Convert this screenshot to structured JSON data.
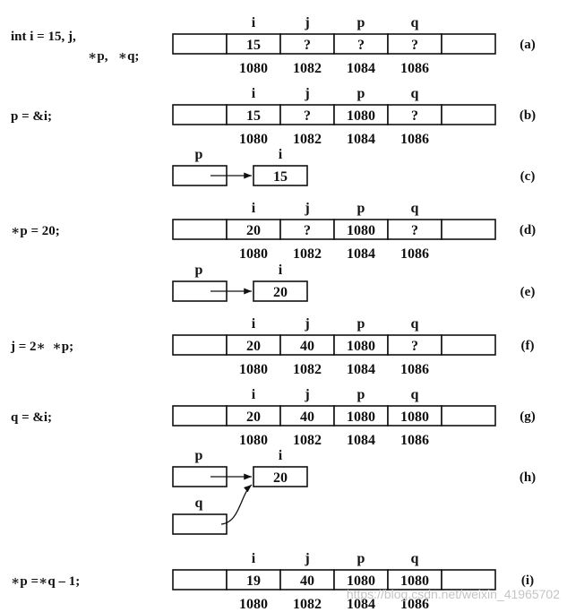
{
  "memory_rows": [
    {
      "tag": "(a)",
      "code": [
        "int i = 15, j,",
        "∗p,   ∗q;"
      ],
      "labels": [
        "i",
        "j",
        "p",
        "q"
      ],
      "values": [
        "15",
        "?",
        "?",
        "?"
      ],
      "addresses": [
        "1080",
        "1082",
        "1084",
        "1086"
      ]
    },
    {
      "tag": "(b)",
      "code": [
        "p = &i;"
      ],
      "labels": [
        "i",
        "j",
        "p",
        "q"
      ],
      "values": [
        "15",
        "?",
        "1080",
        "?"
      ],
      "addresses": [
        "1080",
        "1082",
        "1084",
        "1086"
      ]
    },
    {
      "tag": "(d)",
      "code": [
        "∗p = 20;"
      ],
      "labels": [
        "i",
        "j",
        "p",
        "q"
      ],
      "values": [
        "20",
        "?",
        "1080",
        "?"
      ],
      "addresses": [
        "1080",
        "1082",
        "1084",
        "1086"
      ]
    },
    {
      "tag": "(f)",
      "code": [
        "j = 2∗  ∗p;"
      ],
      "labels": [
        "i",
        "j",
        "p",
        "q"
      ],
      "values": [
        "20",
        "40",
        "1080",
        "?"
      ],
      "addresses": [
        "1080",
        "1082",
        "1084",
        "1086"
      ]
    },
    {
      "tag": "(g)",
      "code": [
        "q = &i;"
      ],
      "labels": [
        "i",
        "j",
        "p",
        "q"
      ],
      "values": [
        "20",
        "40",
        "1080",
        "1080"
      ],
      "addresses": [
        "1080",
        "1082",
        "1084",
        "1086"
      ]
    },
    {
      "tag": "(i)",
      "code": [
        "∗p =∗q – 1;"
      ],
      "labels": [
        "i",
        "j",
        "p",
        "q"
      ],
      "values": [
        "19",
        "40",
        "1080",
        "1080"
      ],
      "addresses": [
        "1080",
        "1082",
        "1084",
        "1086"
      ]
    }
  ],
  "pointer_diagrams": [
    {
      "tag": "(c)",
      "pointers": [
        "p"
      ],
      "target_label": "i",
      "target_value": "15"
    },
    {
      "tag": "(e)",
      "pointers": [
        "p"
      ],
      "target_label": "i",
      "target_value": "20"
    },
    {
      "tag": "(h)",
      "pointers": [
        "p",
        "q"
      ],
      "target_label": "i",
      "target_value": "20"
    }
  ],
  "watermark": "https://blog.csdn.net/weixin_41965702"
}
